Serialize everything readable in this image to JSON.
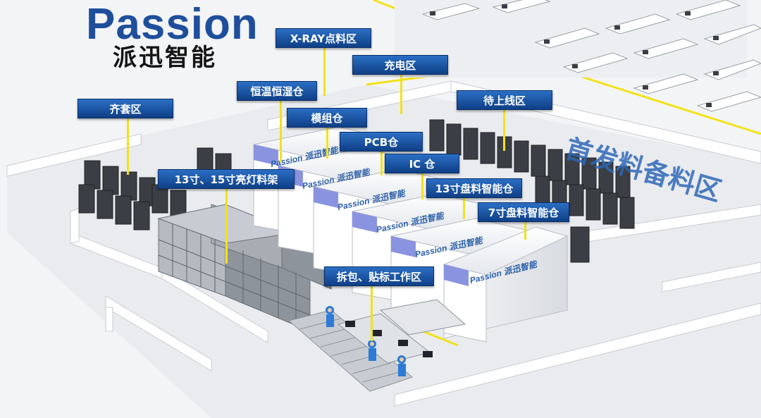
{
  "brand": {
    "name_en": "Passion",
    "name_cn": "派迅智能"
  },
  "zone_title": "首发料备料区",
  "labels": {
    "xray": "X-RAY点料区",
    "charging": "充电区",
    "constant_temp": "恒温恒湿仓",
    "kitting": "齐套区",
    "mold": "模组仓",
    "pcb": "PCB仓",
    "ic": "IC 仓",
    "online": "待上线区",
    "reel13": "13寸盘料智能仓",
    "reel7": "7寸盘料智能仓",
    "light_rack": "13寸、15寸亮灯料架",
    "unpack": "拆包、贴标工作区"
  },
  "cabinet_brand": "Passion 派迅智能",
  "colors": {
    "accent": "#1f4f9c",
    "label_bg": "#1a57a8",
    "leader": "#f2e21a",
    "zone_text": "#2f68b8"
  }
}
